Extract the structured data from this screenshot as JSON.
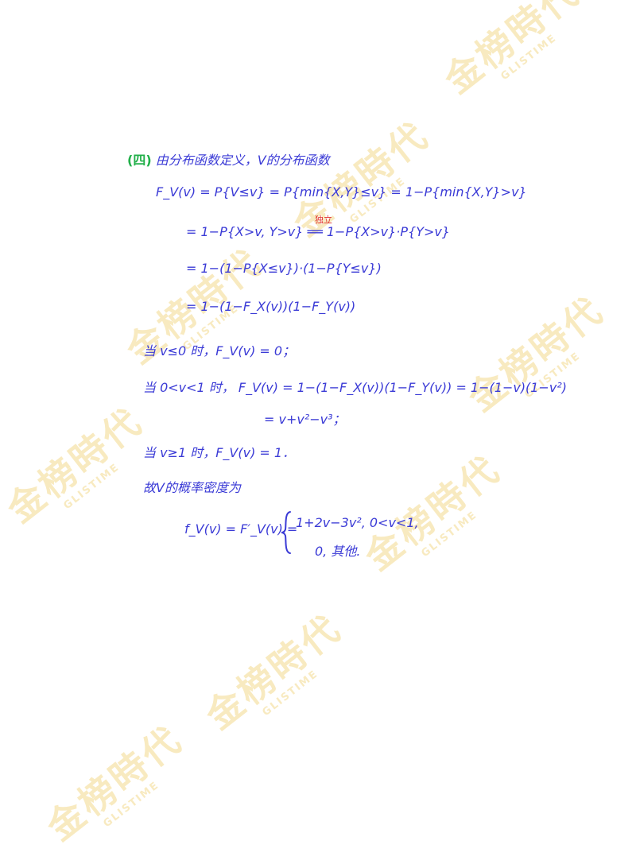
{
  "watermark": {
    "main": "金榜時代",
    "sub": "GLISTIME"
  },
  "solution": {
    "label": "(四)",
    "intro": "由分布函数定义，V的分布函数",
    "lines": [
      "F_V(v) = P{V≤v} = P{min{X,Y}≤v} = 1−P{min{X,Y}>v}",
      "= 1−P{X>v, Y>v} ══ 1−P{X>v}·P{Y>v}",
      "= 1−(1−P{X≤v})·(1−P{Y≤v})",
      "= 1−(1−F_X(v))(1−F_Y(v))"
    ],
    "independent_note": "独立",
    "case1": "当 v≤0 时，F_V(v) = 0；",
    "case2a": "当 0<v<1 时，  F_V(v) = 1−(1−F_X(v))(1−F_Y(v)) = 1−(1−v)(1−v²)",
    "case2b": "= v+v²−v³；",
    "case3": "当 v≥1 时，F_V(v) = 1．",
    "density_intro": "故V的概率密度为",
    "density_lhs": "f_V(v) = F′_V(v) =",
    "piece1": "1+2v−3v²,   0<v<1,",
    "piece2": "0,            其他."
  }
}
